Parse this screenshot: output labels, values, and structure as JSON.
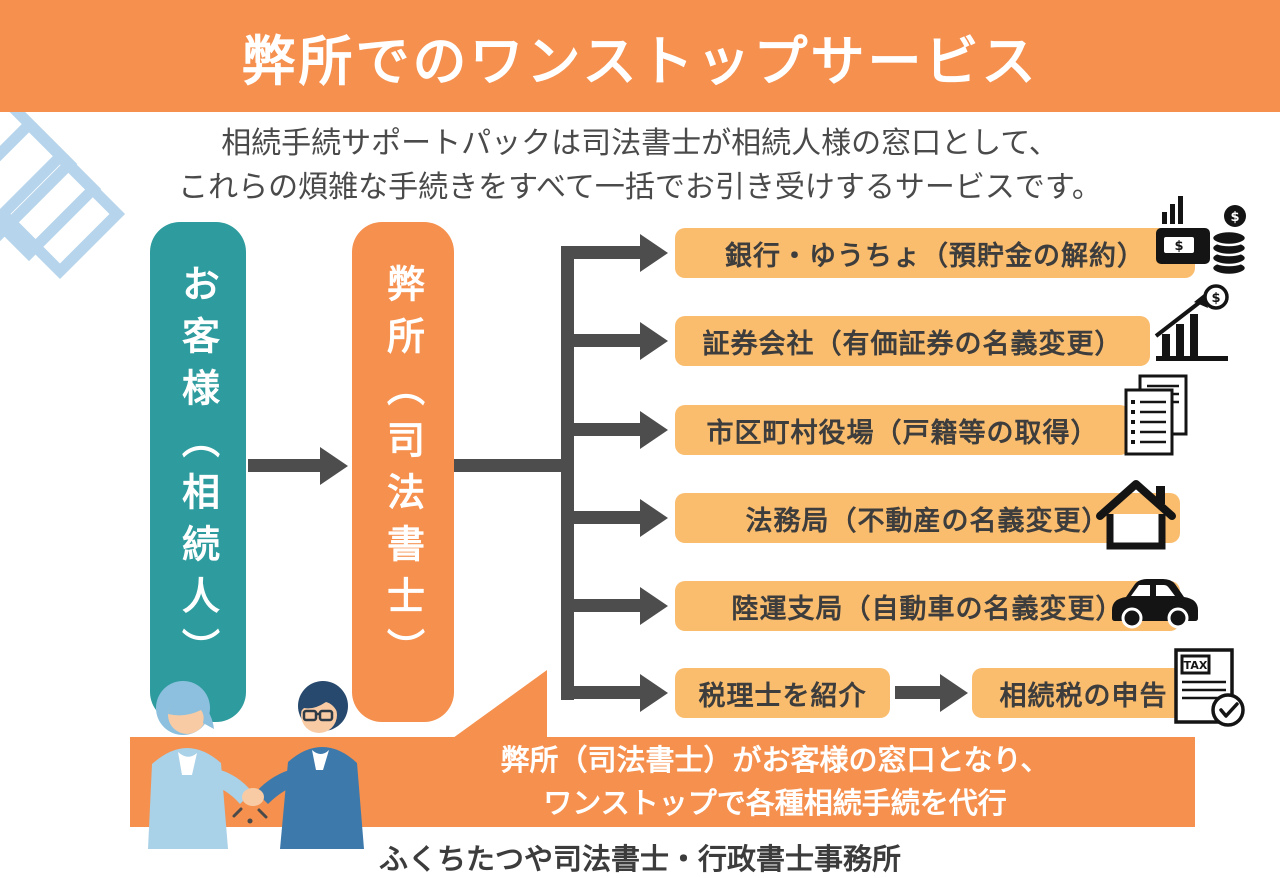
{
  "colors": {
    "orange": "#F5904E",
    "light_orange": "#FABD6E",
    "teal": "#2E9C9E",
    "dark": "#4D4D4D",
    "light_blue": "#B6D4EB"
  },
  "header": {
    "title": "弊所でのワンストップサービス"
  },
  "intro": {
    "line1": "相続手続サポートパックは司法書士が相続人様の窓口として、",
    "line2": "これらの煩雑な手続きをすべて一括でお引き受けするサービスです。"
  },
  "flow": {
    "customer_label": "お客様（相続人）",
    "office_label": "弊所（司法書士）",
    "branches": [
      {
        "label": "銀行・ゆうちょ（預貯金の解約）",
        "icon": "bank-atm-coins-icon"
      },
      {
        "label": "証券会社（有価証券の名義変更）",
        "icon": "securities-chart-icon"
      },
      {
        "label": "市区町村役場（戸籍等の取得）",
        "icon": "family-register-documents-icon"
      },
      {
        "label": "法務局（不動産の名義変更）",
        "icon": "house-icon"
      },
      {
        "label": "陸運支局（自動車の名義変更）",
        "icon": "car-icon"
      },
      {
        "label": "税理士を紹介",
        "icon": "tax-return-document-icon",
        "result_label": "相続税の申告"
      }
    ],
    "tax_icon_label": "TAX",
    "money_symbol": "$"
  },
  "banner": {
    "line1": "弊所（司法書士）がお客様の窓口となり、",
    "line2": "ワンストップで各種相続手続を代行"
  },
  "footer": {
    "office_name": "ふくちたつや司法書士・行政書士事務所"
  }
}
